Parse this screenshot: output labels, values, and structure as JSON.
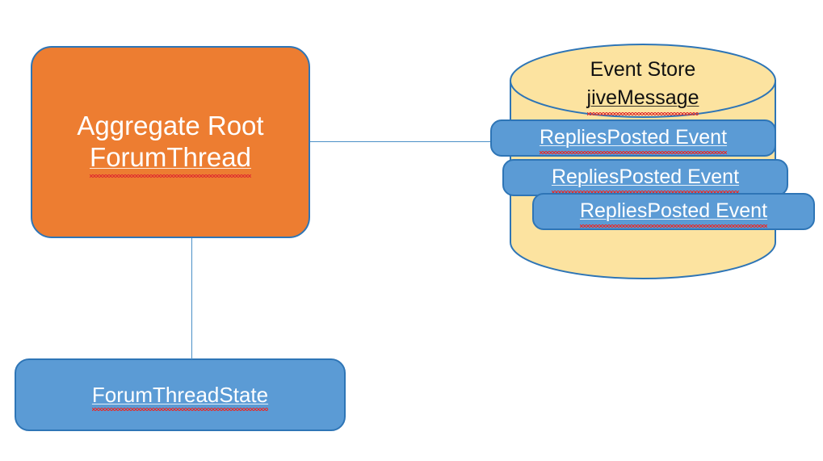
{
  "diagram": {
    "type": "event-sourcing-architecture",
    "background_color": "#FFFFFF",
    "palette": {
      "orange_fill": "#ED7D31",
      "blue_fill": "#5B9BD5",
      "yellow_fill": "#FCE3A0",
      "border_blue": "#2E75B6",
      "connector_blue": "#4B8FC7",
      "text_white": "#FFFFFF",
      "text_dark": "#111111",
      "spellcheck_red": "#E03030"
    },
    "aggregate_root": {
      "line1": "Aggregate Root",
      "line2": "ForumThread"
    },
    "forum_thread_state": {
      "label": "ForumThreadState"
    },
    "event_store": {
      "line1": "Event Store",
      "line2": "jiveMessage"
    },
    "events": [
      {
        "label": "RepliesPosted Event"
      },
      {
        "label": "RepliesPosted Event"
      },
      {
        "label": "RepliesPosted Event"
      }
    ],
    "connectors": [
      {
        "name": "aggregate-root-to-event-store",
        "orientation": "horizontal"
      },
      {
        "name": "aggregate-root-to-forum-thread-state",
        "orientation": "vertical"
      }
    ]
  }
}
